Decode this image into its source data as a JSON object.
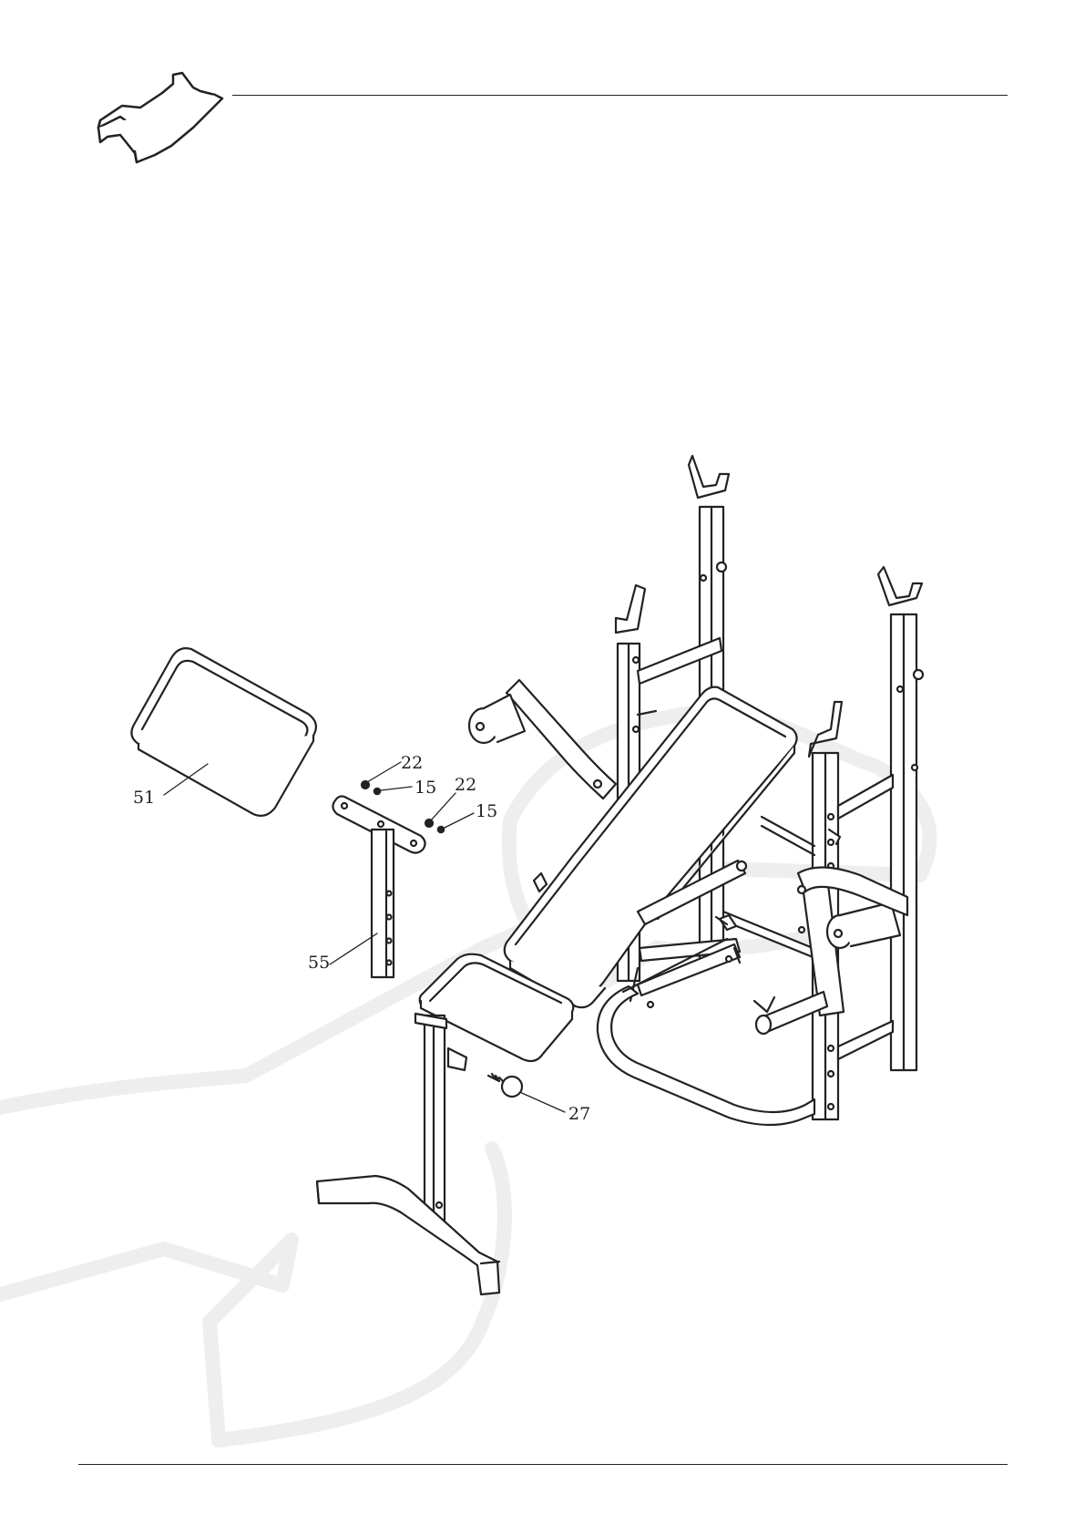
{
  "callouts": {
    "part_51": "51",
    "part_55": "55",
    "part_22a": "22",
    "part_15a": "15",
    "part_22b": "22",
    "part_15b": "15",
    "part_27": "27"
  },
  "icons": {
    "header": "wrench-icon"
  },
  "colors": {
    "ink": "#222222",
    "paper": "#ffffff",
    "watermark": "#eeeeee"
  }
}
